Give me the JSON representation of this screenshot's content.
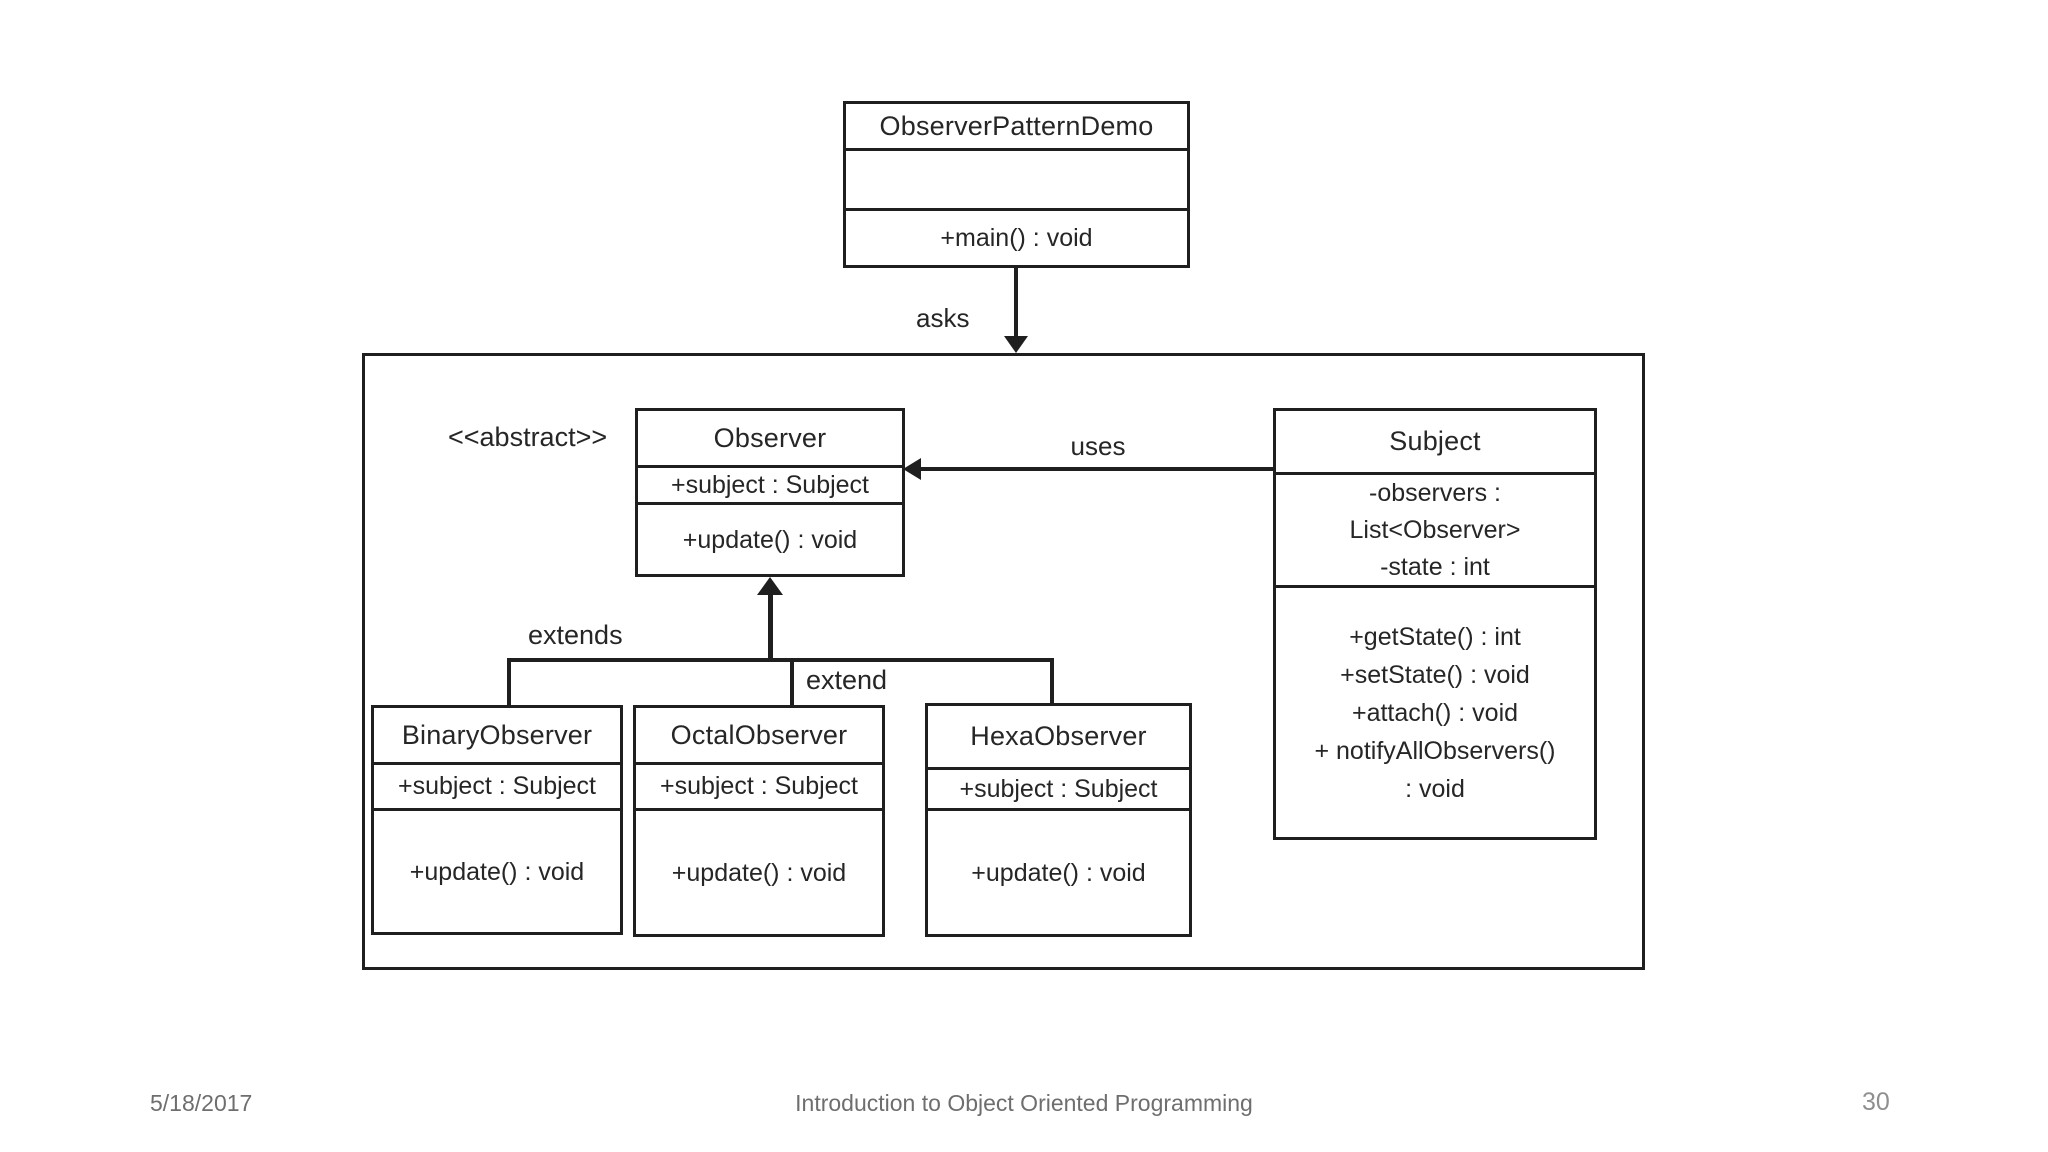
{
  "labels": {
    "abstract_stereotype": "<<abstract>>",
    "asks": "asks",
    "uses": "uses",
    "extends": "extends",
    "extend": "extend"
  },
  "classes": {
    "demo": {
      "name": "ObserverPatternDemo",
      "method": "+main() : void"
    },
    "observer": {
      "name": "Observer",
      "attribute": "+subject : Subject",
      "method": "+update() : void"
    },
    "subject": {
      "name": "Subject",
      "attribute_lines": [
        "-observers :",
        "List<Observer>",
        "-state : int"
      ],
      "method_lines": [
        "+getState() : int",
        "+setState() : void",
        "+attach() : void",
        "+ notifyAllObservers()",
        ": void"
      ]
    },
    "binary": {
      "name": "BinaryObserver",
      "attribute": "+subject : Subject",
      "method": "+update() : void"
    },
    "octal": {
      "name": "OctalObserver",
      "attribute": "+subject : Subject",
      "method": "+update() : void"
    },
    "hexa": {
      "name": "HexaObserver",
      "attribute": "+subject : Subject",
      "method": "+update() : void"
    }
  },
  "footer": {
    "date": "5/18/2017",
    "course_title": "Introduction to Object Oriented Programming",
    "page_number": "30"
  },
  "colors": {
    "line": "#1f1f1f",
    "text": "#262626",
    "footer_text": "#6e6e6e",
    "page_number_text": "#8f8f8f",
    "background": "#ffffff"
  }
}
